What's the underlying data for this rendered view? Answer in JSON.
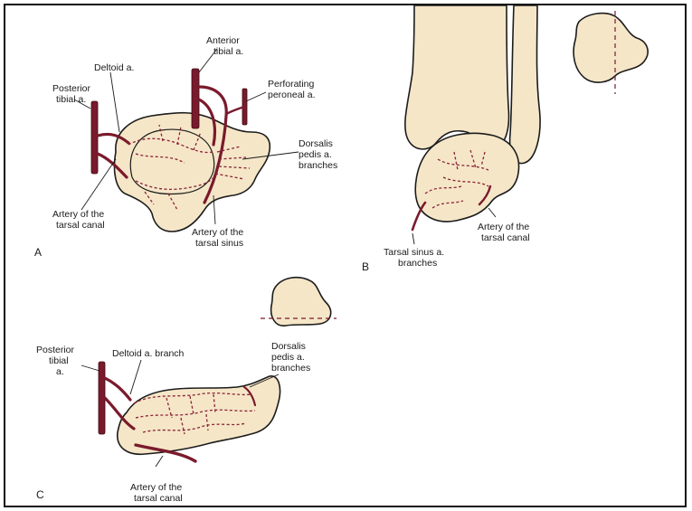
{
  "panel_a": {
    "letter": "A",
    "labels": {
      "posterior_tibial": [
        "Posterior",
        "tibial a."
      ],
      "deltoid": [
        "Deltoid a."
      ],
      "anterior_tibial": [
        "Anterior",
        "tibial a."
      ],
      "perforating_peroneal": [
        "Perforating",
        "peroneal a."
      ],
      "dorsalis_pedis": [
        "Dorsalis",
        "pedis a.",
        "branches"
      ],
      "tarsal_canal": [
        "Artery of the",
        "tarsal canal"
      ],
      "tarsal_sinus": [
        "Artery of the",
        "tarsal sinus"
      ]
    }
  },
  "panel_b": {
    "letter": "B",
    "labels": {
      "tarsal_sinus_branches": [
        "Tarsal sinus a.",
        "branches"
      ],
      "tarsal_canal": [
        "Artery of the",
        "tarsal canal"
      ]
    }
  },
  "panel_c": {
    "letter": "C",
    "labels": {
      "posterior_tibial": [
        "Posterior",
        "tibial",
        "a."
      ],
      "deltoid_branch": [
        "Deltoid a. branch"
      ],
      "dorsalis_pedis": [
        "Dorsalis",
        "pedis a.",
        "branches"
      ],
      "tarsal_canal": [
        "Artery of the",
        "tarsal canal"
      ]
    }
  },
  "colors": {
    "bone_fill": "#f5e6c8",
    "artery": "#7a1a2c",
    "outline": "#1c1c1c"
  }
}
